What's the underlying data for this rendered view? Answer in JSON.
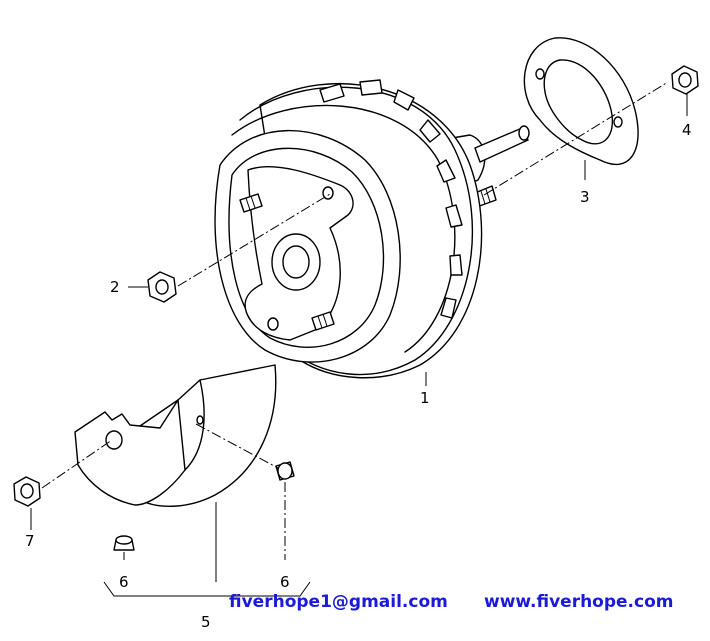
{
  "callouts": {
    "c1": "1",
    "c2": "2",
    "c3": "3",
    "c4": "4",
    "c5": "5",
    "c6a": "6",
    "c6b": "6",
    "c7": "7"
  },
  "footer": {
    "email": "fiverhope1@gmail.com",
    "website": "www.fiverhope.com"
  },
  "colors": {
    "footer_text": "#1a1ad8",
    "line_art": "#000000"
  }
}
